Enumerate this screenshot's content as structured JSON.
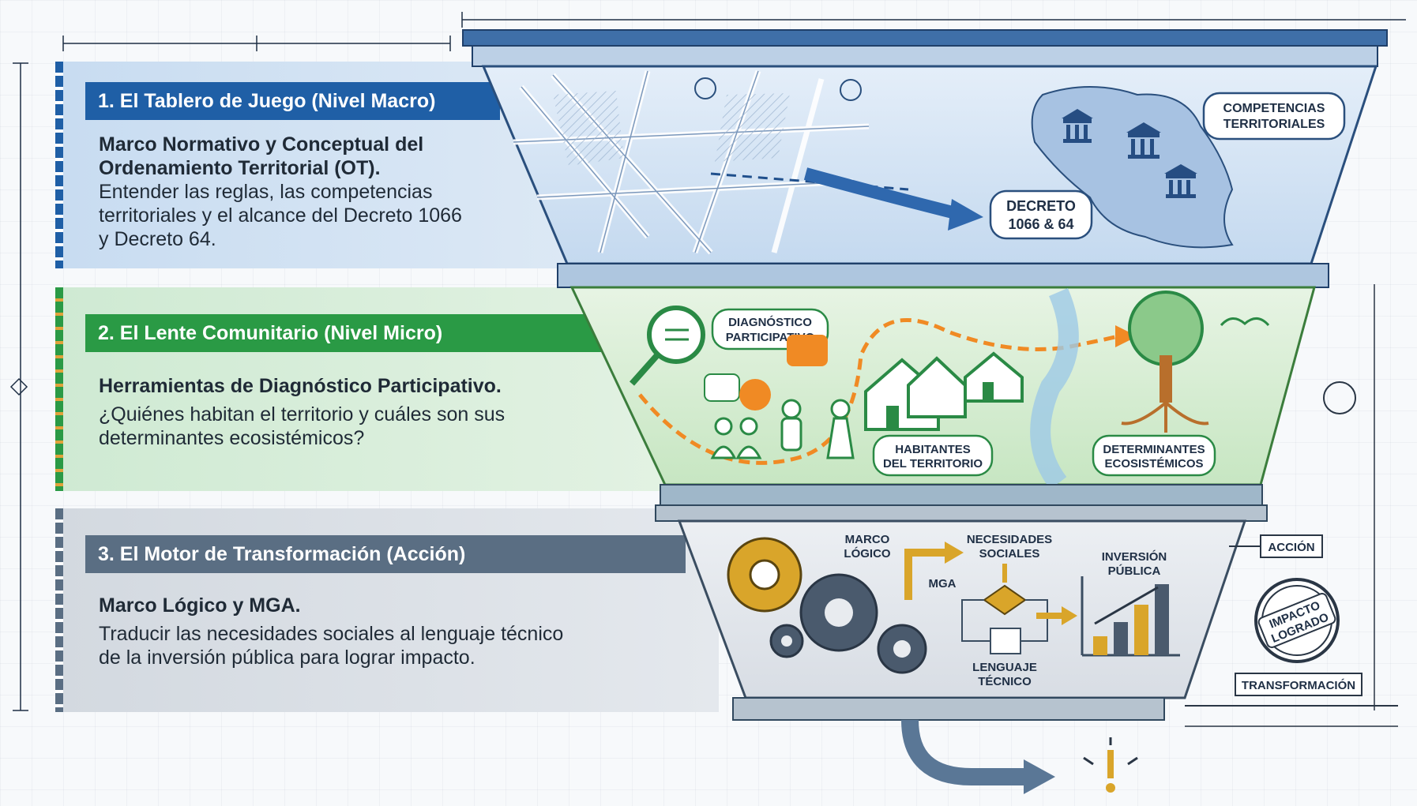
{
  "sections": [
    {
      "band": "1. El Tablero de Juego (Nivel Macro)",
      "heading_line1": "Marco Normativo y Conceptual del",
      "heading_line2": "Ordenamiento Territorial (OT).",
      "body_line1": "Entender las reglas, las competencias",
      "body_line2": "territoriales y el alcance del Decreto 1066",
      "body_line3": "y Decreto 64.",
      "color": "#1f5fa6"
    },
    {
      "band": "2. El Lente Comunitario (Nivel Micro)",
      "heading_line1": "Herramientas de Diagnóstico Participativo.",
      "body_line1": "¿Quiénes habitan el territorio y cuáles son sus",
      "body_line2": "determinantes ecosistémicos?",
      "color": "#2a9a45"
    },
    {
      "band": "3. El Motor de Transformación (Acción)",
      "heading_line1": "Marco Lógico y MGA.",
      "body_line1": "Traducir las necesidades sociales al lenguaje técnico",
      "body_line2": "de la inversión pública para lograr impacto.",
      "color": "#5a6e83"
    }
  ],
  "funnel": {
    "top": {
      "competencias_l1": "COMPETENCIAS",
      "competencias_l2": "TERRITORIALES",
      "decreto_l1": "DECRETO",
      "decreto_l2": "1066 & 64"
    },
    "middle": {
      "diagnostico_l1": "DIAGNÓSTICO",
      "diagnostico_l2": "PARTICIPATIVO",
      "habitantes_l1": "HABITANTES",
      "habitantes_l2": "DEL TERRITORIO",
      "determinantes_l1": "DETERMINANTES",
      "determinantes_l2": "ECOSISTÉMICOS"
    },
    "bottom": {
      "marco_l1": "MARCO",
      "marco_l2": "LÓGICO",
      "mga": "MGA",
      "necesidades_l1": "NECESIDADES",
      "necesidades_l2": "SOCIALES",
      "inversion_l1": "INVERSIÓN",
      "inversion_l2": "PÚBLICA",
      "lenguaje_l1": "LENGUAJE",
      "lenguaje_l2": "TÉCNICO"
    }
  },
  "side_labels": {
    "accion": "ACCIÓN",
    "impacto_l1": "IMPACTO",
    "impacto_l2": "LOGRADO",
    "transformacion": "TRANSFORMACIÓN"
  },
  "colors": {
    "blue": "#1f5fa6",
    "green": "#2a9a45",
    "slate": "#5a6e83",
    "orange": "#f08a24",
    "gold": "#d9a52a"
  },
  "icons": [
    "map-icon",
    "bank-icon",
    "magnifier-icon",
    "house-icon",
    "tree-icon",
    "people-icon",
    "chat-icon",
    "gear-icon",
    "chart-icon",
    "flowchart-icon",
    "alert-icon"
  ]
}
